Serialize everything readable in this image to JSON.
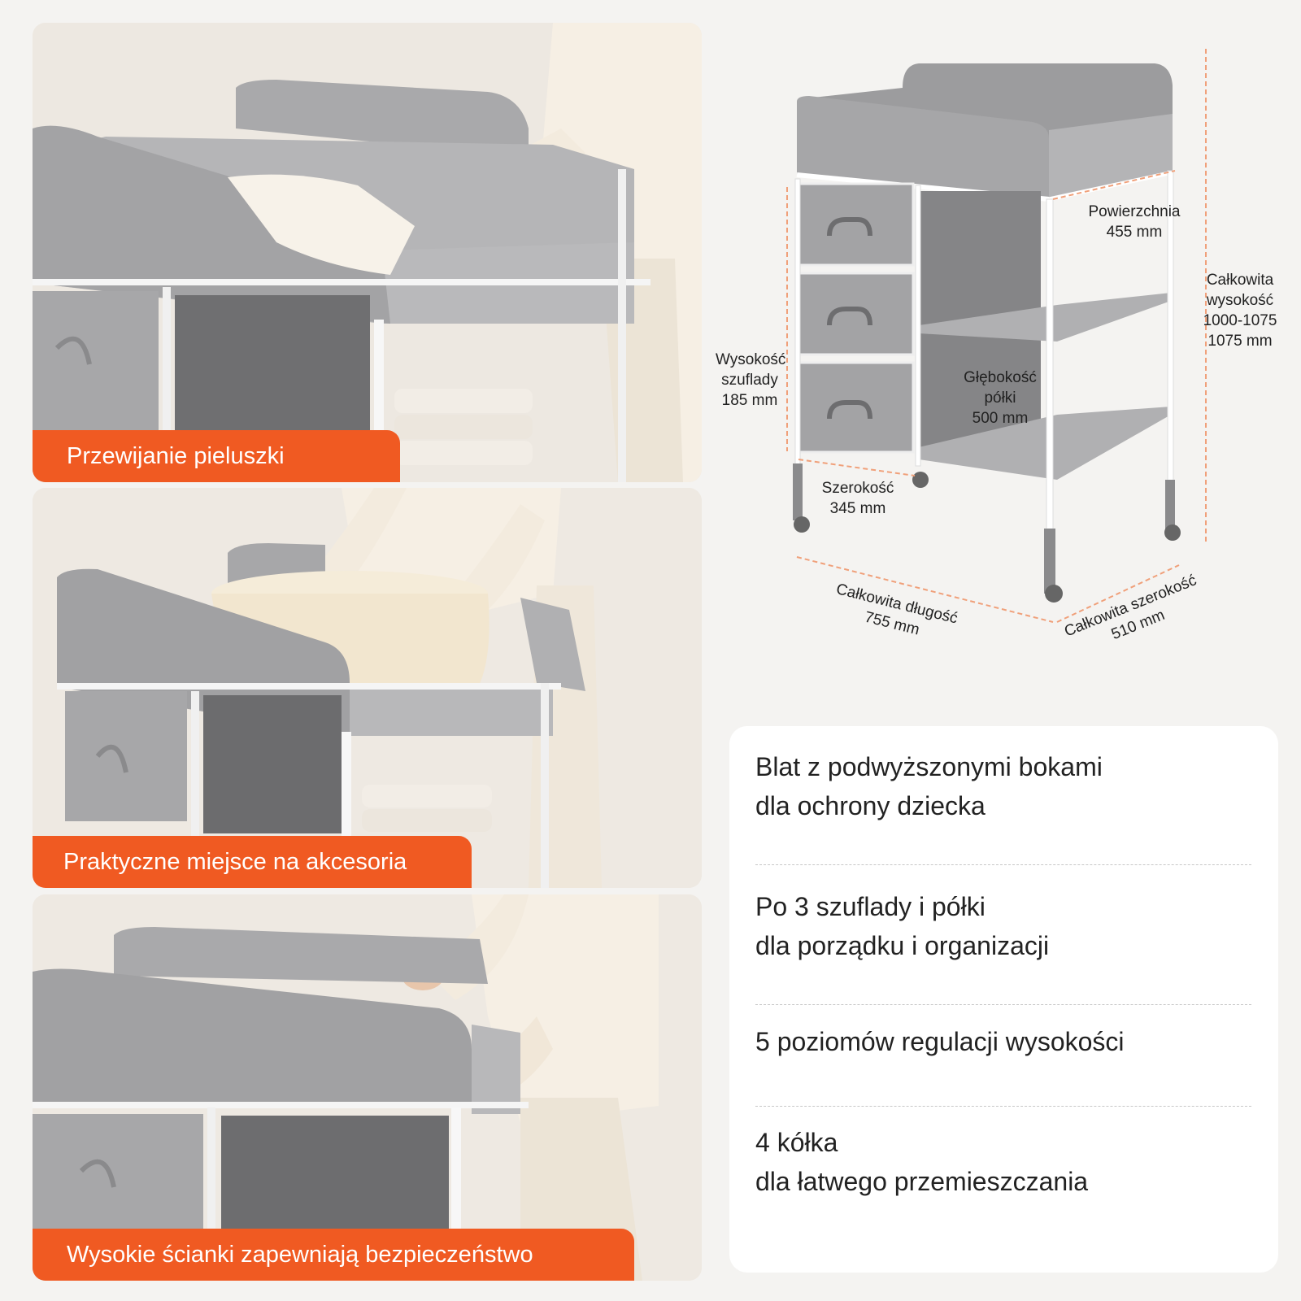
{
  "panels": [
    {
      "label": "Przewijanie pieluszki"
    },
    {
      "label": "Praktyczne miejsce na akcesoria"
    },
    {
      "label": "Wysokie ścianki zapewniają bezpieczeństwo"
    }
  ],
  "dimensions": {
    "surface": {
      "line1": "Powierzchnia",
      "line2": "455 mm"
    },
    "total_height": {
      "line1": "Całkowita",
      "line2": "wysokość",
      "line3": "1000-1075",
      "line4": "1075 mm"
    },
    "drawer_height": {
      "line1": "Wysokość",
      "line2": "szuflady",
      "line3": "185 mm"
    },
    "shelf_depth": {
      "line1": "Głębokość",
      "line2": "półki",
      "line3": "500 mm"
    },
    "width": {
      "line1": "Szerokość",
      "line2": "345 mm"
    },
    "total_length": {
      "line1": "Całkowita długość",
      "line2": "755 mm"
    },
    "total_width": {
      "line1": "Całkowita szerokość",
      "line2": "510 mm"
    }
  },
  "features": [
    {
      "line1": "Blat z podwyższonymi bokami",
      "line2": "dla ochrony dziecka"
    },
    {
      "line1": "Po 3 szuflady i półki",
      "line2": "dla porządku i organizacji"
    },
    {
      "line1": "5 poziomów regulacji wysokości",
      "line2": ""
    },
    {
      "line1": "4 kółka",
      "line2": "dla łatwego przemieszczania"
    }
  ],
  "colors": {
    "accent": "#f05a22",
    "fabric": "#9a9a9c",
    "frame": "#ffffff",
    "dimension_line": "#f0a07a"
  }
}
